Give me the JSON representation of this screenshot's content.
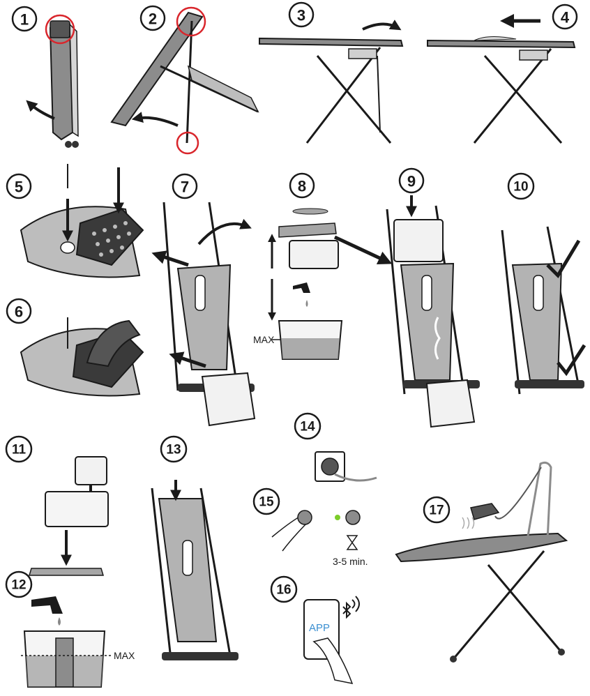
{
  "steps": [
    "1",
    "2",
    "3",
    "4",
    "5",
    "6",
    "7",
    "8",
    "9",
    "10",
    "11",
    "12",
    "13",
    "14",
    "15",
    "16",
    "17"
  ],
  "labels": {
    "max_tank": "MAX",
    "max_bottom": "MAX",
    "timer": "3-5 min.",
    "app": "APP"
  },
  "colors": {
    "highlight": "#d9262c",
    "power_ready": "#7ccd2a",
    "app_text": "#3b8fd1",
    "board_grey": "#8c8c8c",
    "tank_grey": "#b3b3b3"
  },
  "icons": {
    "bluetooth": "bluetooth-icon",
    "wifi": "wifi-signal-icon",
    "power": "power-icon",
    "hourglass": "hourglass-icon",
    "tap": "water-tap-icon"
  }
}
